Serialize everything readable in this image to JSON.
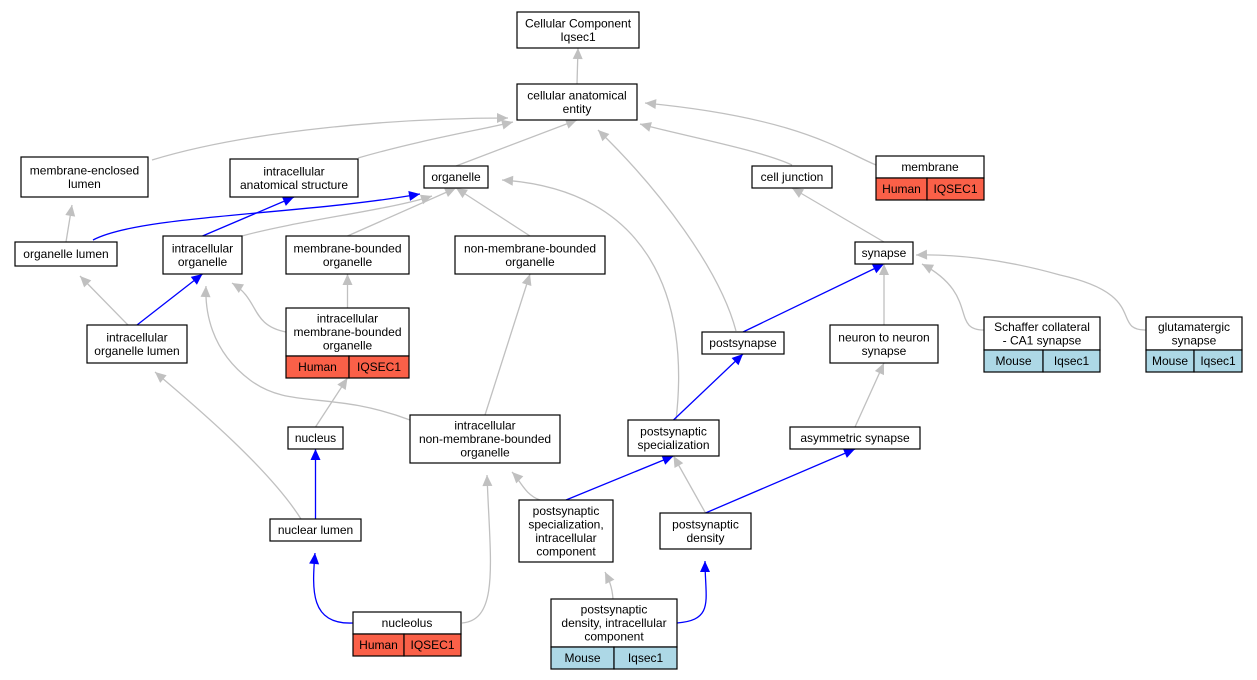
{
  "colors": {
    "edge_default": "#c0c0c0",
    "edge_highlight": "#0000ff",
    "human_badge": "#fa6048",
    "mouse_badge": "#add8e6",
    "node_border": "#000000",
    "node_fill": "#ffffff"
  },
  "nodes": {
    "root": {
      "lines": [
        "Cellular Component",
        "Iqsec1"
      ]
    },
    "cae": {
      "lines": [
        "cellular anatomical",
        "entity"
      ]
    },
    "mel": {
      "lines": [
        "membrane-enclosed",
        "lumen"
      ]
    },
    "ias": {
      "lines": [
        "intracellular",
        "anatomical structure"
      ]
    },
    "organelle": {
      "lines": [
        "organelle"
      ]
    },
    "cj": {
      "lines": [
        "cell junction"
      ]
    },
    "membrane": {
      "lines": [
        "membrane"
      ],
      "badges": [
        "Human",
        "IQSEC1"
      ]
    },
    "ol": {
      "lines": [
        "organelle lumen"
      ]
    },
    "io": {
      "lines": [
        "intracellular",
        "organelle"
      ]
    },
    "mbo": {
      "lines": [
        "membrane-bounded",
        "organelle"
      ]
    },
    "nmbo": {
      "lines": [
        "non-membrane-bounded",
        "organelle"
      ]
    },
    "synapse": {
      "lines": [
        "synapse"
      ]
    },
    "iol": {
      "lines": [
        "intracellular",
        "organelle lumen"
      ]
    },
    "imbo": {
      "lines": [
        "intracellular",
        "membrane-bounded",
        "organelle"
      ],
      "badges": [
        "Human",
        "IQSEC1"
      ]
    },
    "postsynapse": {
      "lines": [
        "postsynapse"
      ]
    },
    "nns": {
      "lines": [
        "neuron to neuron",
        "synapse"
      ]
    },
    "sc": {
      "lines": [
        "Schaffer collateral",
        "- CA1 synapse"
      ],
      "badges": [
        "Mouse",
        "Iqsec1"
      ]
    },
    "glut": {
      "lines": [
        "glutamatergic",
        "synapse"
      ],
      "badges": [
        "Mouse",
        "Iqsec1"
      ]
    },
    "nucleus": {
      "lines": [
        "nucleus"
      ]
    },
    "inmbo": {
      "lines": [
        "intracellular",
        "non-membrane-bounded",
        "organelle"
      ]
    },
    "ps": {
      "lines": [
        "postsynaptic",
        "specialization"
      ]
    },
    "asym": {
      "lines": [
        "asymmetric synapse"
      ]
    },
    "nl": {
      "lines": [
        "nuclear lumen"
      ]
    },
    "psic": {
      "lines": [
        "postsynaptic",
        "specialization,",
        "intracellular",
        "component"
      ]
    },
    "pd": {
      "lines": [
        "postsynaptic",
        "density"
      ]
    },
    "nucleolus": {
      "lines": [
        "nucleolus"
      ],
      "badges": [
        "Human",
        "IQSEC1"
      ]
    },
    "pdic": {
      "lines": [
        "postsynaptic",
        "density, intracellular",
        "component"
      ],
      "badges": [
        "Mouse",
        "Iqsec1"
      ]
    }
  },
  "edges": [
    {
      "from": "cae",
      "to": "root",
      "type": "default"
    },
    {
      "from": "mel",
      "to": "cae",
      "type": "default"
    },
    {
      "from": "ias",
      "to": "cae",
      "type": "default"
    },
    {
      "from": "organelle",
      "to": "cae",
      "type": "default"
    },
    {
      "from": "cj",
      "to": "cae",
      "type": "default"
    },
    {
      "from": "membrane",
      "to": "cae",
      "type": "default"
    },
    {
      "from": "postsynapse",
      "to": "cae",
      "type": "default"
    },
    {
      "from": "ol",
      "to": "mel",
      "type": "default"
    },
    {
      "from": "ol",
      "to": "organelle",
      "type": "highlight"
    },
    {
      "from": "io",
      "to": "ias",
      "type": "highlight"
    },
    {
      "from": "io",
      "to": "organelle",
      "type": "default"
    },
    {
      "from": "mbo",
      "to": "organelle",
      "type": "default"
    },
    {
      "from": "nmbo",
      "to": "organelle",
      "type": "default"
    },
    {
      "from": "ps",
      "to": "organelle",
      "type": "default"
    },
    {
      "from": "synapse",
      "to": "cj",
      "type": "default"
    },
    {
      "from": "iol",
      "to": "ol",
      "type": "default"
    },
    {
      "from": "iol",
      "to": "io",
      "type": "highlight"
    },
    {
      "from": "imbo",
      "to": "mbo",
      "type": "default"
    },
    {
      "from": "imbo",
      "to": "io",
      "type": "default"
    },
    {
      "from": "postsynapse",
      "to": "synapse",
      "type": "highlight"
    },
    {
      "from": "nns",
      "to": "synapse",
      "type": "default"
    },
    {
      "from": "sc",
      "to": "synapse",
      "type": "default"
    },
    {
      "from": "glut",
      "to": "synapse",
      "type": "default"
    },
    {
      "from": "nucleus",
      "to": "imbo",
      "type": "default"
    },
    {
      "from": "inmbo",
      "to": "io",
      "type": "default"
    },
    {
      "from": "inmbo",
      "to": "nmbo",
      "type": "default"
    },
    {
      "from": "ps",
      "to": "postsynapse",
      "type": "highlight"
    },
    {
      "from": "asym",
      "to": "nns",
      "type": "default"
    },
    {
      "from": "nl",
      "to": "iol",
      "type": "default"
    },
    {
      "from": "nl",
      "to": "nucleus",
      "type": "highlight"
    },
    {
      "from": "psic",
      "to": "inmbo",
      "type": "default"
    },
    {
      "from": "psic",
      "to": "ps",
      "type": "highlight"
    },
    {
      "from": "pd",
      "to": "ps",
      "type": "default"
    },
    {
      "from": "pd",
      "to": "asym",
      "type": "highlight"
    },
    {
      "from": "nucleolus",
      "to": "nl",
      "type": "highlight"
    },
    {
      "from": "nucleolus",
      "to": "inmbo",
      "type": "default"
    },
    {
      "from": "pdic",
      "to": "psic",
      "type": "default"
    },
    {
      "from": "pdic",
      "to": "pd",
      "type": "highlight"
    }
  ]
}
